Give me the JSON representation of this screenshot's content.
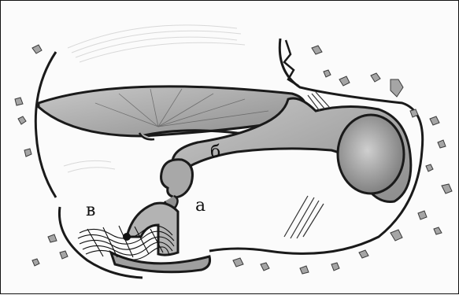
{
  "labels": {
    "a": "а",
    "b": "б",
    "v": "в"
  },
  "colors": {
    "ink": "#1a1a1a",
    "shade": "#9a9a9a",
    "lightShade": "#c8c8c8",
    "darkShade": "#6f6f6f",
    "background": "#fbfbfb"
  }
}
